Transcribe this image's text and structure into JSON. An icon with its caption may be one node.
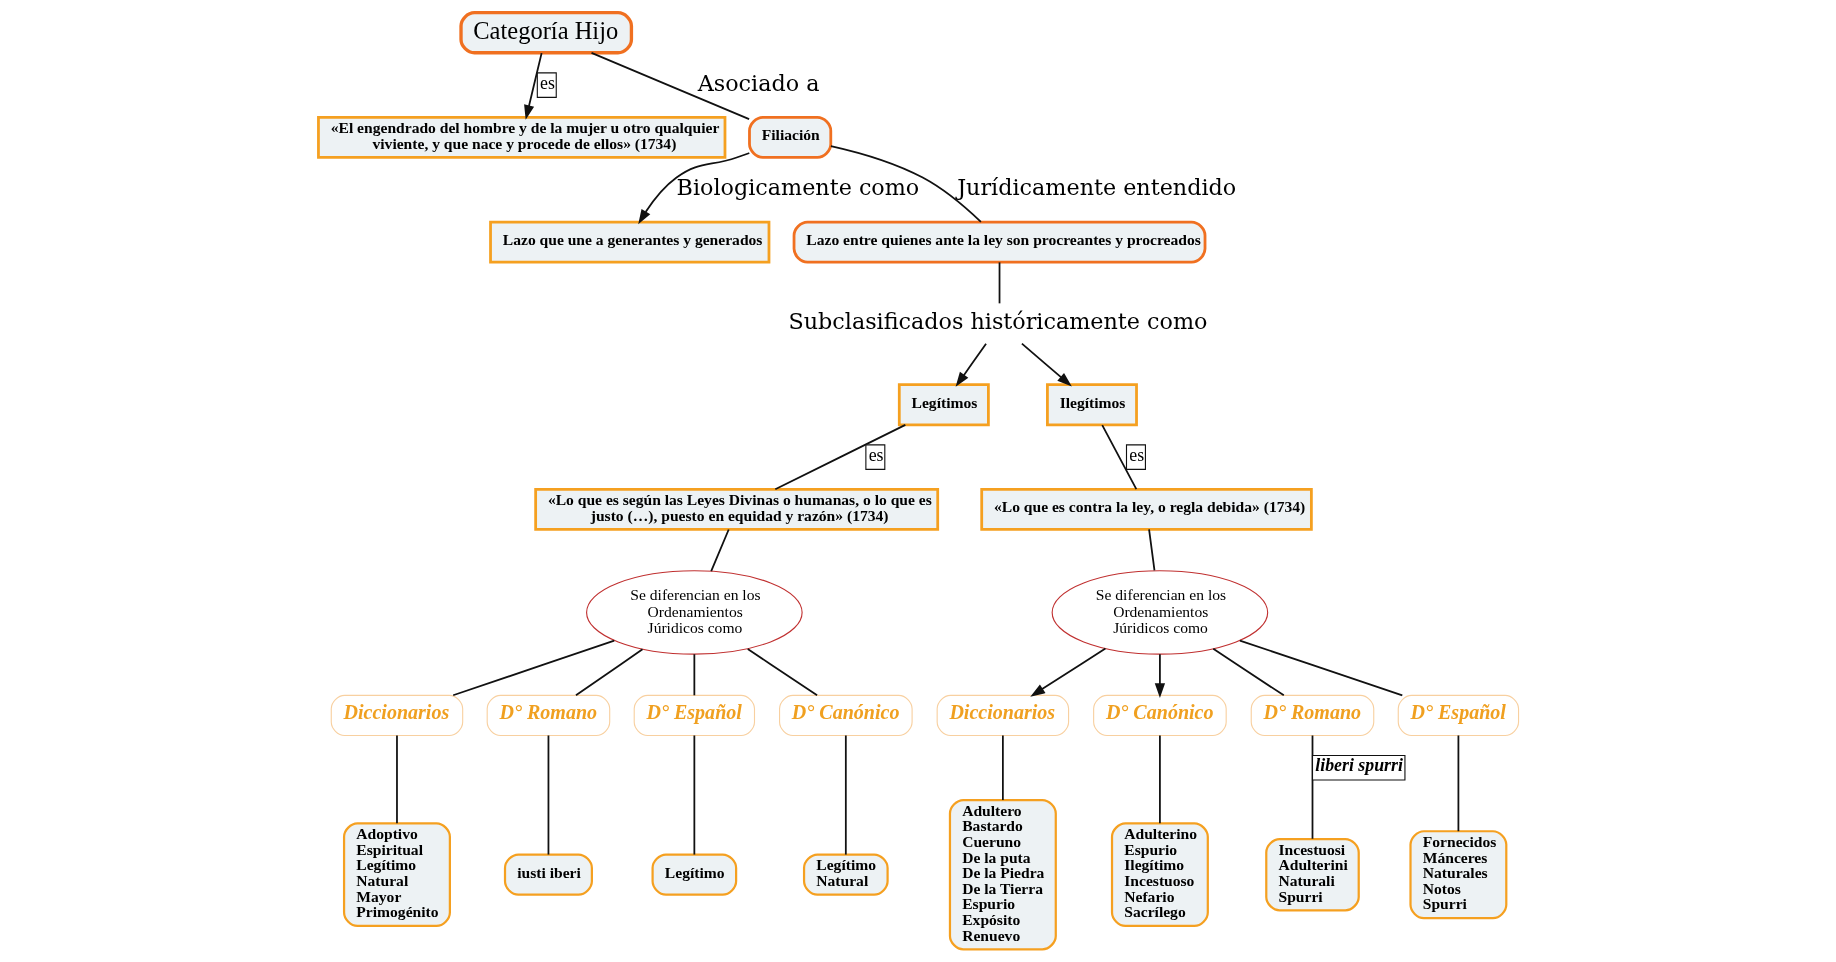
{
  "diagram": {
    "nodes": [
      {
        "text": [
          "Categoría Hijo"
        ]
      },
      {
        "text": [
          "«El engendrado del hombre y de la mujer u otro qualquier viviente, y que nace y procede de ellos» (1734)"
        ]
      },
      {
        "text": [
          "Filiación"
        ]
      },
      {
        "text": [
          "Lazo que une a generantes y generados"
        ]
      },
      {
        "text": [
          "Lazo entre quienes ante la ley son procreantes y procreados"
        ]
      },
      {
        "text": [
          "Subclasificados históricamente como"
        ]
      },
      {
        "text": [
          "Legítimos"
        ]
      },
      {
        "text": [
          "Ilegítimos"
        ]
      },
      {
        "text": [
          "«Lo que es según las Leyes Divinas o humanas, o lo que es justo (…), puesto en equidad y razón» (1734)"
        ]
      },
      {
        "text": [
          "«Lo que es contra la ley, o regla debida» (1734)"
        ]
      },
      {
        "text": [
          "Se diferencian en los Ordenamientos Júridicos como"
        ]
      },
      {
        "text": [
          "Diccionarios"
        ]
      },
      {
        "text": [
          "D° Romano"
        ]
      },
      {
        "text": [
          "D° Español"
        ]
      },
      {
        "text": [
          "D° Canónico"
        ]
      },
      {
        "text": [
          "Adoptivo",
          "Espiritual",
          "Legítimo",
          "Natural",
          "Mayor",
          "Primogénito"
        ]
      },
      {
        "text": [
          "iusti iberi"
        ]
      },
      {
        "text": [
          "Legítimo"
        ]
      },
      {
        "text": [
          "Legítimo",
          "Natural"
        ]
      },
      {
        "text": [
          "Se diferencian en los Ordenamientos Júridicos como"
        ]
      },
      {
        "text": [
          "Diccionarios"
        ]
      },
      {
        "text": [
          "D° Canónico"
        ]
      },
      {
        "text": [
          "D° Romano"
        ]
      },
      {
        "text": [
          "D° Español"
        ]
      },
      {
        "text": [
          "Adultero",
          "Bastardo",
          "Cueruno",
          "De la puta",
          "De la Piedra",
          "De la Tierra",
          "Espurio",
          "Expósito",
          "Renuevo"
        ]
      },
      {
        "text": [
          "Adulterino",
          "Espurio",
          "Ilegítimo",
          "Incestuoso",
          "Nefario",
          "Sacrílego"
        ]
      },
      {
        "text": [
          "Incestuosi",
          "Adulterini",
          "Naturali",
          "Spurri"
        ]
      },
      {
        "text": [
          "Fornecidos",
          "Mánceres",
          "Naturales",
          "Notos",
          "Spurri"
        ]
      }
    ],
    "edges": [
      {
        "from": 0,
        "to": 1,
        "arrow": "to",
        "label": "es"
      },
      {
        "from": 0,
        "to": 2,
        "arrow": "none",
        "label": "Asociado a"
      },
      {
        "from": 2,
        "to": 3,
        "arrow": "to",
        "label": "Biologicamente como"
      },
      {
        "from": 2,
        "to": 4,
        "arrow": "none",
        "label": "Jurídicamente entendido"
      },
      {
        "from": 4,
        "to": 5,
        "arrow": "none"
      },
      {
        "from": 5,
        "to": 6,
        "arrow": "to"
      },
      {
        "from": 5,
        "to": 7,
        "arrow": "to"
      },
      {
        "from": 6,
        "to": 8,
        "arrow": "none",
        "label": "es"
      },
      {
        "from": 7,
        "to": 9,
        "arrow": "none",
        "label": "es"
      },
      {
        "from": 8,
        "to": 10,
        "arrow": "none"
      },
      {
        "from": 9,
        "to": 19,
        "arrow": "none"
      },
      {
        "from": 10,
        "to": 11,
        "arrow": "none"
      },
      {
        "from": 10,
        "to": 12,
        "arrow": "none"
      },
      {
        "from": 10,
        "to": 13,
        "arrow": "none"
      },
      {
        "from": 10,
        "to": 14,
        "arrow": "none"
      },
      {
        "from": 11,
        "to": 15,
        "arrow": "none"
      },
      {
        "from": 12,
        "to": 16,
        "arrow": "none"
      },
      {
        "from": 13,
        "to": 17,
        "arrow": "none"
      },
      {
        "from": 14,
        "to": 18,
        "arrow": "none"
      },
      {
        "from": 19,
        "to": 20,
        "arrow": "to"
      },
      {
        "from": 19,
        "to": 21,
        "arrow": "to"
      },
      {
        "from": 19,
        "to": 22,
        "arrow": "none"
      },
      {
        "from": 19,
        "to": 23,
        "arrow": "none"
      },
      {
        "from": 20,
        "to": 24,
        "arrow": "none"
      },
      {
        "from": 21,
        "to": 25,
        "arrow": "none"
      },
      {
        "from": 22,
        "to": 26,
        "arrow": "none",
        "label": "liberi spurri"
      },
      {
        "from": 23,
        "to": 27,
        "arrow": "none"
      }
    ]
  }
}
